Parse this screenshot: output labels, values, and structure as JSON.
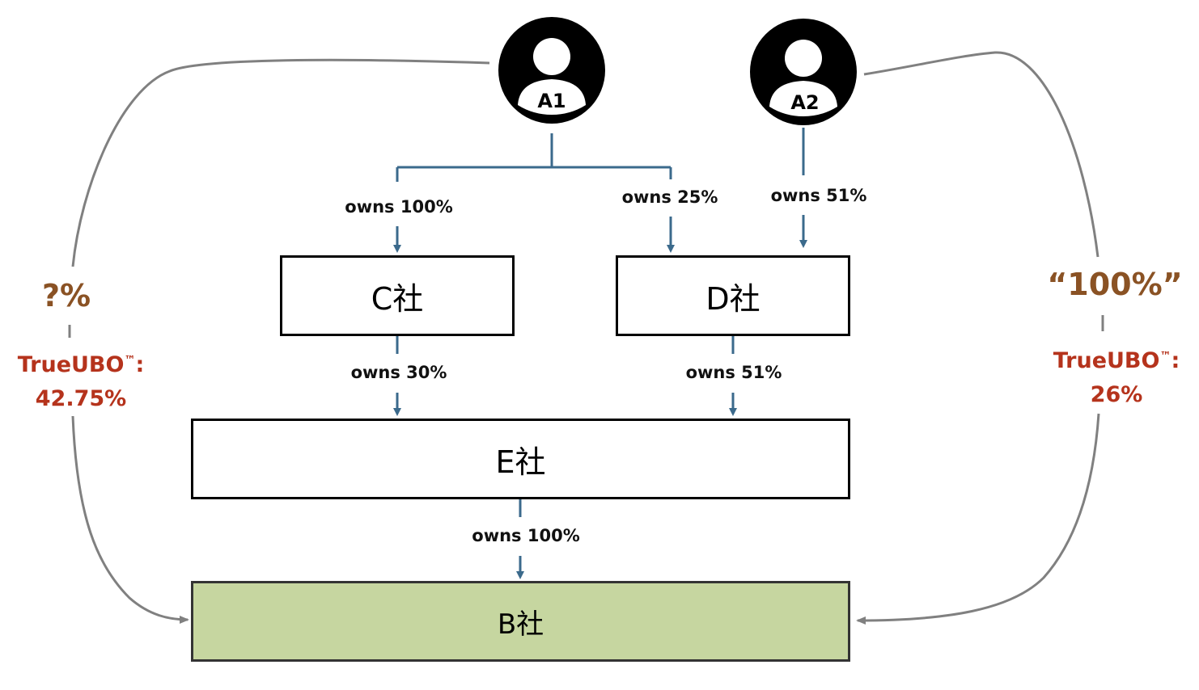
{
  "persons": {
    "a1": {
      "label": "A1",
      "icon": "person-icon"
    },
    "a2": {
      "label": "A2",
      "icon": "person-icon"
    }
  },
  "companies": {
    "c": "C社",
    "d": "D社",
    "e": "E社",
    "b": "B社"
  },
  "edges": {
    "a1_c": "owns 100%",
    "a1_d": "owns 25%",
    "a2_d": "owns 51%",
    "c_e": "owns 30%",
    "d_e": "owns 51%",
    "e_b": "owns 100%"
  },
  "left_side": {
    "question": "?%",
    "trueubo_label": "TrueUBO",
    "trademark": "™",
    "colon": ":",
    "value": "42.75%"
  },
  "right_side": {
    "question": "“100%”",
    "trueubo_label": "TrueUBO",
    "trademark": "™",
    "colon": ":",
    "value": "26%"
  },
  "colors": {
    "connector": "#3b6a8c",
    "curve": "#808080",
    "question": "#8a5224",
    "trueubo": "#b5331c",
    "target_fill": "#c6d6a0"
  }
}
